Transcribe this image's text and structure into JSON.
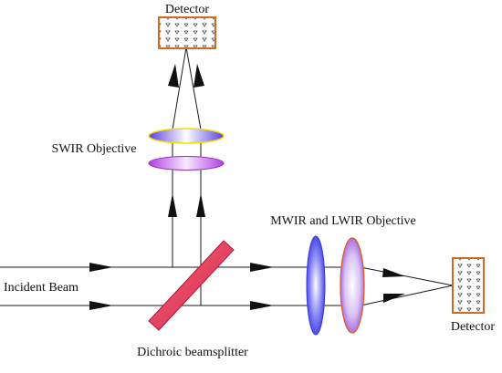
{
  "labels": {
    "detector_top": "Detector",
    "swir_objective": "SWIR Objective",
    "mwir_lwir_objective": "MWIR and LWIR Objective",
    "incident_beam": "Incident Beam",
    "detector_right": "Detector",
    "beamsplitter": "Dichroic beamsplitter"
  },
  "colors": {
    "detector_border": "#d2691e",
    "detector_glyph": "#333333",
    "beamsplitter_fill": "#e8415e",
    "beamsplitter_edge": "#b01a3a",
    "lens_blue": "#4a4ae6",
    "lens_purple": "#b040e0",
    "lens_yellow_rim": "#f2e000",
    "lens_orange_rim": "#e05a1a",
    "ray": "#1a1a1a"
  },
  "components": {
    "detectors": [
      "Detector",
      "Detector"
    ],
    "objectives": [
      "SWIR Objective",
      "MWIR and LWIR Objective"
    ],
    "splitter": "Dichroic beamsplitter",
    "source": "Incident Beam"
  }
}
